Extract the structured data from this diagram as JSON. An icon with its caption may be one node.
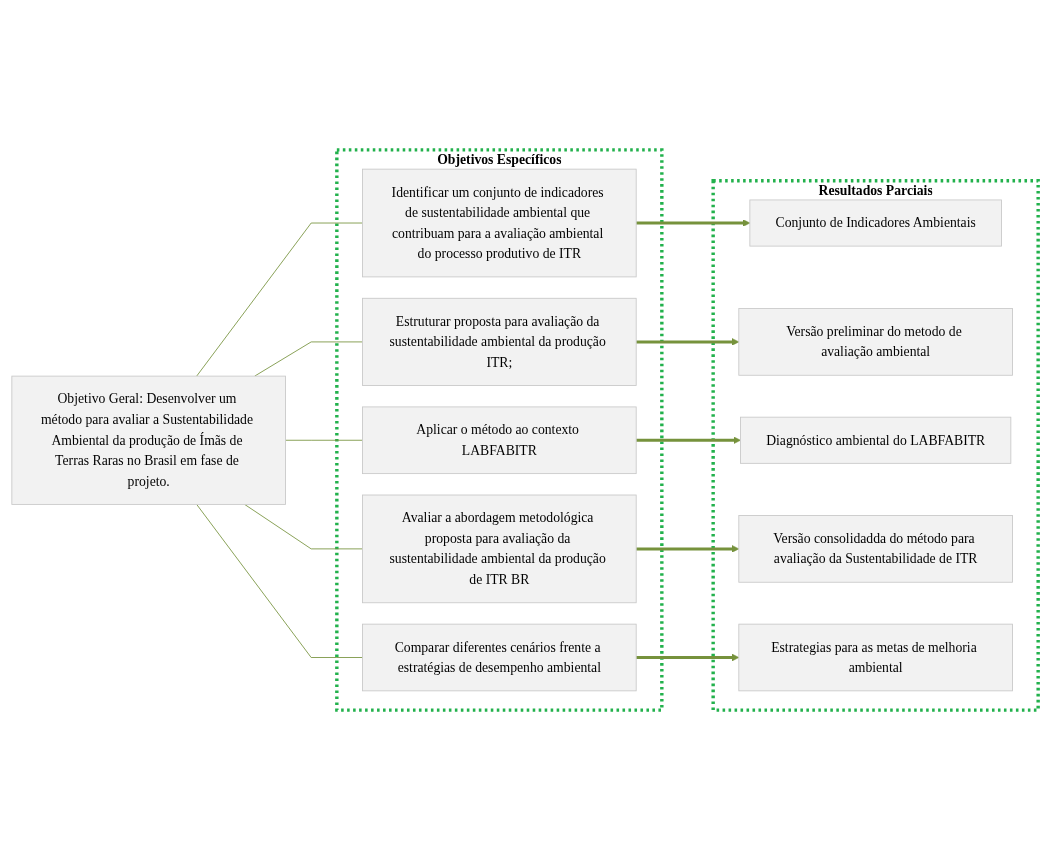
{
  "diagram": {
    "nodes": [
      {
        "text": [
          "Objetivo Geral: Desenvolver um método para avaliar a Sustentabilidade Ambiental da produção de Ímãs de Terras Raras no Brasil em fase de projeto."
        ]
      },
      {
        "text": [
          "Objetivos Específicos"
        ]
      },
      {
        "text": [
          "Identificar um conjunto de indicadores de sustentabilidade ambiental que contribuam para a avaliação ambiental do processo produtivo de ITR"
        ],
        "in": 1
      },
      {
        "text": [
          "Estruturar proposta para avaliação da sustentabilidade ambiental da produção ITR;"
        ],
        "in": 1
      },
      {
        "text": [
          "Aplicar o método ao contexto LABFABITR"
        ],
        "in": 1
      },
      {
        "text": [
          "Avaliar a abordagem metodológica proposta para avaliação da sustentabilidade ambiental da produção de ITR BR"
        ],
        "in": 1
      },
      {
        "text": [
          "Comparar diferentes cenários frente a estratégias de desempenho ambiental"
        ],
        "in": 1
      },
      {
        "text": [
          "Resultados Parciais"
        ]
      },
      {
        "text": [
          "Conjunto de Indicadores Ambientais"
        ],
        "in": 7
      },
      {
        "text": [
          "Versão preliminar do metodo de avaliação ambiental"
        ],
        "in": 7
      },
      {
        "text": [
          "Diagnóstico ambiental do LABFABITR"
        ],
        "in": 7
      },
      {
        "text": [
          "Versão consolidadda do método para avaliação da Sustentabilidade de ITR"
        ],
        "in": 7
      },
      {
        "text": [
          "Estrategias para as metas de melhoria ambiental"
        ],
        "in": 7
      }
    ],
    "edges": [
      {
        "from": 0,
        "to": 2,
        "arrow": "none"
      },
      {
        "from": 0,
        "to": 3,
        "arrow": "none"
      },
      {
        "from": 0,
        "to": 4,
        "arrow": "none"
      },
      {
        "from": 0,
        "to": 5,
        "arrow": "none"
      },
      {
        "from": 0,
        "to": 6,
        "arrow": "none"
      },
      {
        "from": 2,
        "to": 8,
        "arrow": "to",
        "style": "thick"
      },
      {
        "from": 3,
        "to": 9,
        "arrow": "to",
        "style": "thick"
      },
      {
        "from": 4,
        "to": 10,
        "arrow": "to",
        "style": "thick"
      },
      {
        "from": 5,
        "to": 11,
        "arrow": "to",
        "style": "thick"
      },
      {
        "from": 6,
        "to": 12,
        "arrow": "to",
        "style": "thick"
      }
    ]
  }
}
